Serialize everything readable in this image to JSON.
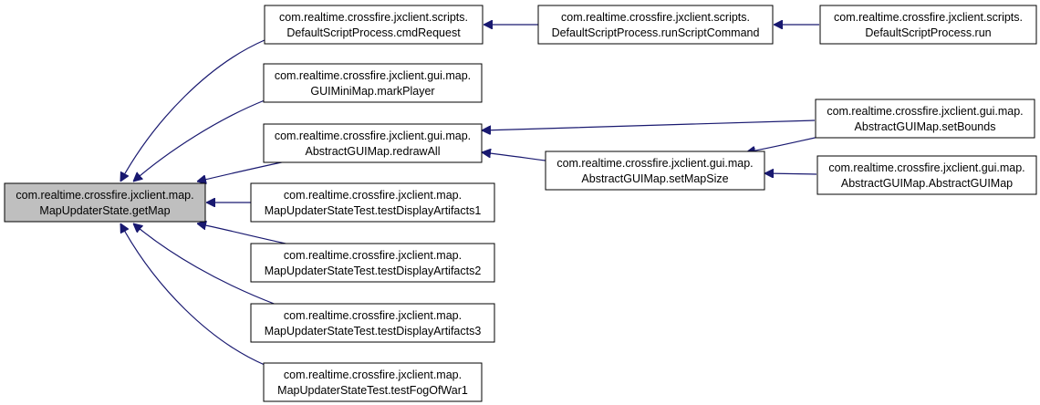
{
  "graph": {
    "focus": {
      "line1": "com.realtime.crossfire.jxclient.map.",
      "line2": "MapUpdaterState.getMap"
    },
    "callers": [
      {
        "id": "cmdRequest",
        "line1": "com.realtime.crossfire.jxclient.scripts.",
        "line2": "DefaultScriptProcess.cmdRequest"
      },
      {
        "id": "runScriptCommand",
        "line1": "com.realtime.crossfire.jxclient.scripts.",
        "line2": "DefaultScriptProcess.runScriptCommand"
      },
      {
        "id": "run",
        "line1": "com.realtime.crossfire.jxclient.scripts.",
        "line2": "DefaultScriptProcess.run"
      },
      {
        "id": "markPlayer",
        "line1": "com.realtime.crossfire.jxclient.gui.map.",
        "line2": "GUIMiniMap.markPlayer"
      },
      {
        "id": "redrawAll",
        "line1": "com.realtime.crossfire.jxclient.gui.map.",
        "line2": "AbstractGUIMap.redrawAll"
      },
      {
        "id": "setBounds",
        "line1": "com.realtime.crossfire.jxclient.gui.map.",
        "line2": "AbstractGUIMap.setBounds"
      },
      {
        "id": "setMapSize",
        "line1": "com.realtime.crossfire.jxclient.gui.map.",
        "line2": "AbstractGUIMap.setMapSize"
      },
      {
        "id": "ctor",
        "line1": "com.realtime.crossfire.jxclient.gui.map.",
        "line2": "AbstractGUIMap.AbstractGUIMap"
      },
      {
        "id": "test1",
        "line1": "com.realtime.crossfire.jxclient.map.",
        "line2": "MapUpdaterStateTest.testDisplayArtifacts1"
      },
      {
        "id": "test2",
        "line1": "com.realtime.crossfire.jxclient.map.",
        "line2": "MapUpdaterStateTest.testDisplayArtifacts2"
      },
      {
        "id": "test3",
        "line1": "com.realtime.crossfire.jxclient.map.",
        "line2": "MapUpdaterStateTest.testDisplayArtifacts3"
      },
      {
        "id": "fog",
        "line1": "com.realtime.crossfire.jxclient.map.",
        "line2": "MapUpdaterStateTest.testFogOfWar1"
      }
    ],
    "edge_color": "#191970",
    "focus_fill": "#bfbfbf"
  }
}
